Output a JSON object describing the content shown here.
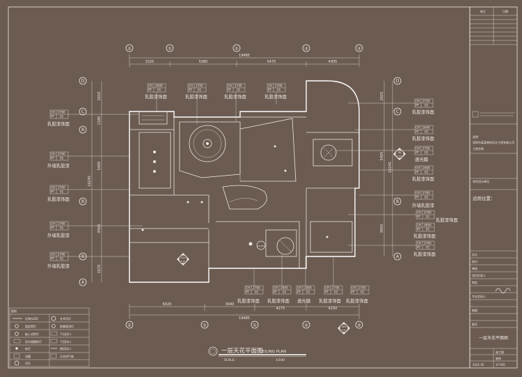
{
  "title_cn": "一层天花平面图",
  "title_en": "CEILING PLAN",
  "scale_label": "SCALE:",
  "scale_value": "1/100",
  "dims": {
    "top_total": "19485",
    "top_parts": [
      "3325",
      "5380",
      "5475",
      "4305"
    ],
    "bottom_total": "19485",
    "bottom_parts": [
      "6020",
      "3940",
      "4275",
      "4250"
    ],
    "left_total": "16245",
    "left_parts": [
      "2610",
      "1180",
      "5405",
      "4500",
      "1670"
    ],
    "right_total": "16245",
    "right_parts": [
      "2610",
      "5405",
      "3650"
    ]
  },
  "axes": {
    "top": [
      "①",
      "①",
      "①",
      "②",
      "③"
    ],
    "left": [
      "D",
      "C",
      "B",
      "B",
      "B",
      "A"
    ],
    "right": [
      "D",
      "C",
      "B",
      "A"
    ]
  },
  "tags": {
    "ch": "CH",
    "pt": "PT",
    "pt_num": "01",
    "heights": [
      "2700",
      "2900",
      "2740",
      "2750",
      "2640",
      "2600",
      "2850"
    ]
  },
  "notes": {
    "latex": "乳胶漆饰面",
    "ext_latex": "外墙乳胶漆",
    "light_film": "透光膜"
  },
  "sections": {
    "s08": "S8",
    "s10": "S10",
    "s09": "S09",
    "ref": "1F-SSC"
  },
  "legend": {
    "header": "图例",
    "items": [
      "灯带(LED)",
      "艺术吊灯",
      "固定筒灯",
      "防雾吸顶灯",
      "嵌入式射灯",
      "下出风口",
      "双头格栅射灯",
      "下回风口",
      "射灯",
      "侧回风口",
      "浴霸",
      "天花排气扇",
      "吊灯",
      ""
    ]
  },
  "title_block": {
    "rev": "修正",
    "date": "日期",
    "note_label": "说明",
    "company": "深圳市某某装饰设计工程有限公司",
    "project_label": "工程名称",
    "design_unit": "合作设计单位",
    "location_label": "适用位置：",
    "rows": [
      "设计",
      "校对",
      "审核",
      "项目负责人",
      "审定",
      "专业负责人",
      "制图",
      "图号"
    ],
    "drawing_name": "一层天花平面图",
    "sheet_type_1": "施工图",
    "sheet_type_2": "装饰",
    "date_code": "2021.05",
    "sheet_no": "1F-P05"
  }
}
